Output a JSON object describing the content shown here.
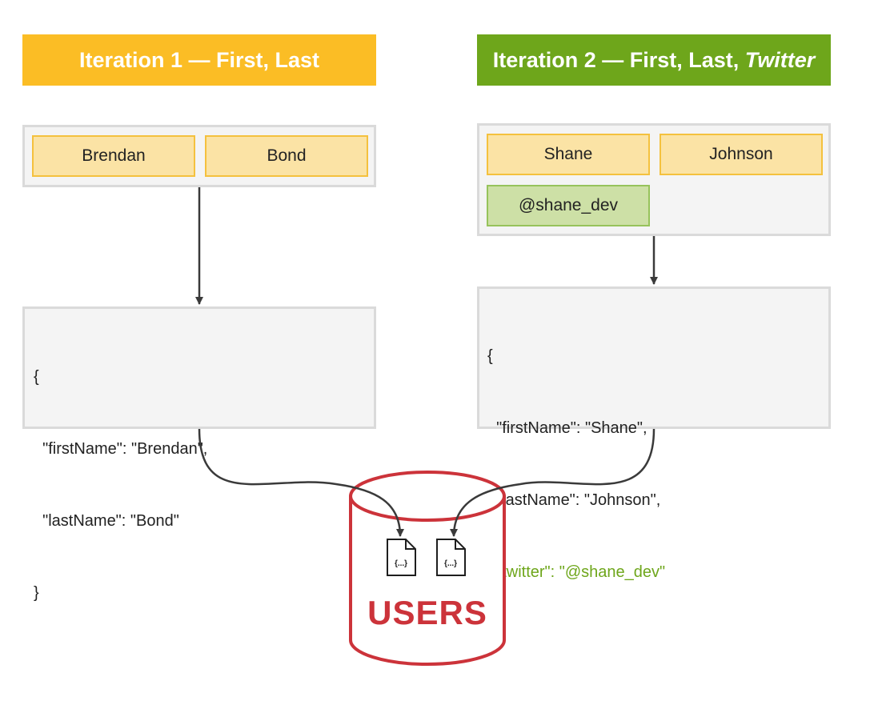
{
  "banners": {
    "iteration1": "Iteration 1 — First, Last",
    "iteration2_prefix": "Iteration 2 — First, Last, ",
    "iteration2_italic": "Twitter"
  },
  "form1": {
    "first": "Brendan",
    "last": "Bond"
  },
  "form2": {
    "first": "Shane",
    "last": "Johnson",
    "twitter": "@shane_dev"
  },
  "json1": {
    "open": "{",
    "line1": "  \"firstName\": \"Brendan\",",
    "line2": "  \"lastName\": \"Bond\"",
    "close": "}"
  },
  "json2": {
    "open": "{",
    "line1": "  \"firstName\": \"Shane\",",
    "line2": "  \"lastName\": \"Johnson\",",
    "line3": "  \"twitter\": \"@shane_dev\"",
    "close": "}"
  },
  "database": {
    "label": "USERS",
    "doc_glyph": "{...}"
  },
  "colors": {
    "iteration1": "#fbbd25",
    "iteration2": "#6ea61b",
    "database": "#cc333a",
    "arrow": "#3a3a3a"
  }
}
